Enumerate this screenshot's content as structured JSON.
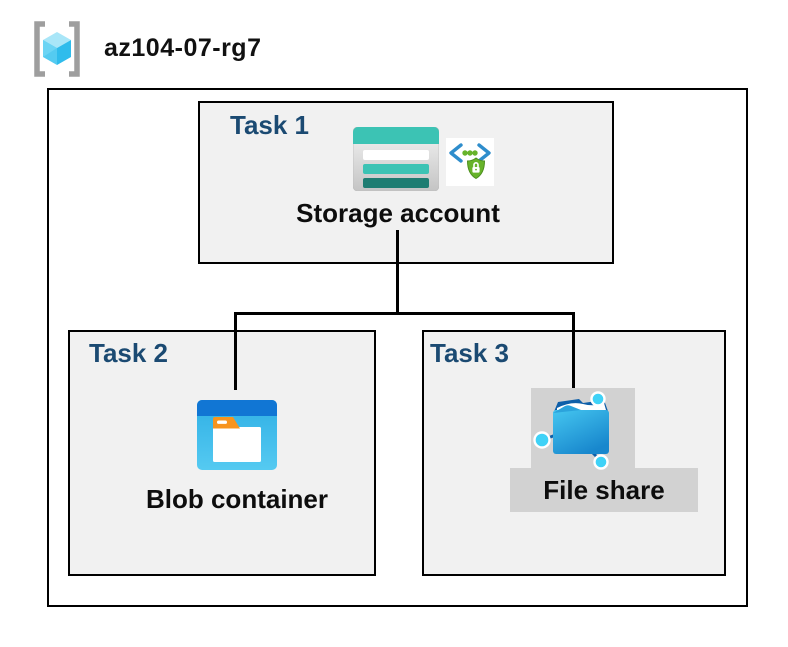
{
  "diagram": {
    "resource_group": {
      "name": "az104-07-rg7",
      "icon": "resource-group-icon"
    },
    "tasks": [
      {
        "id": "task1",
        "label": "Task 1",
        "item": "Storage account",
        "icons": [
          "storage-account-icon",
          "sas-security-icon"
        ]
      },
      {
        "id": "task2",
        "label": "Task 2",
        "item": "Blob container",
        "icons": [
          "blob-container-icon"
        ]
      },
      {
        "id": "task3",
        "label": "Task 3",
        "item": "File share",
        "icons": [
          "file-share-icon"
        ]
      }
    ],
    "connections": [
      {
        "from": "Storage account",
        "to": "Blob container"
      },
      {
        "from": "Storage account",
        "to": "File share"
      }
    ],
    "colors": {
      "task_label": "#1B4A72",
      "box_fill": "#F1F1F1",
      "box_border": "#000000",
      "highlight_gray": "#D2D2D2",
      "storage_teal": "#3CC3B4",
      "storage_teal_dark": "#1E7D72",
      "blob_header_blue": "#1176D4",
      "blob_body_cyan": "#3FBCEB",
      "blob_tab_orange": "#F7941E",
      "fileshare_dark_blue": "#0E5FA9",
      "fileshare_node_cyan": "#3FD2F7",
      "sas_bracket_blue": "#2E8DCC",
      "sas_green": "#67B32A",
      "bracket_gray": "#9E9E9E",
      "cube_top": "#A9E6F8",
      "cube_left": "#54CBF1",
      "cube_right": "#2FBCEC"
    }
  }
}
